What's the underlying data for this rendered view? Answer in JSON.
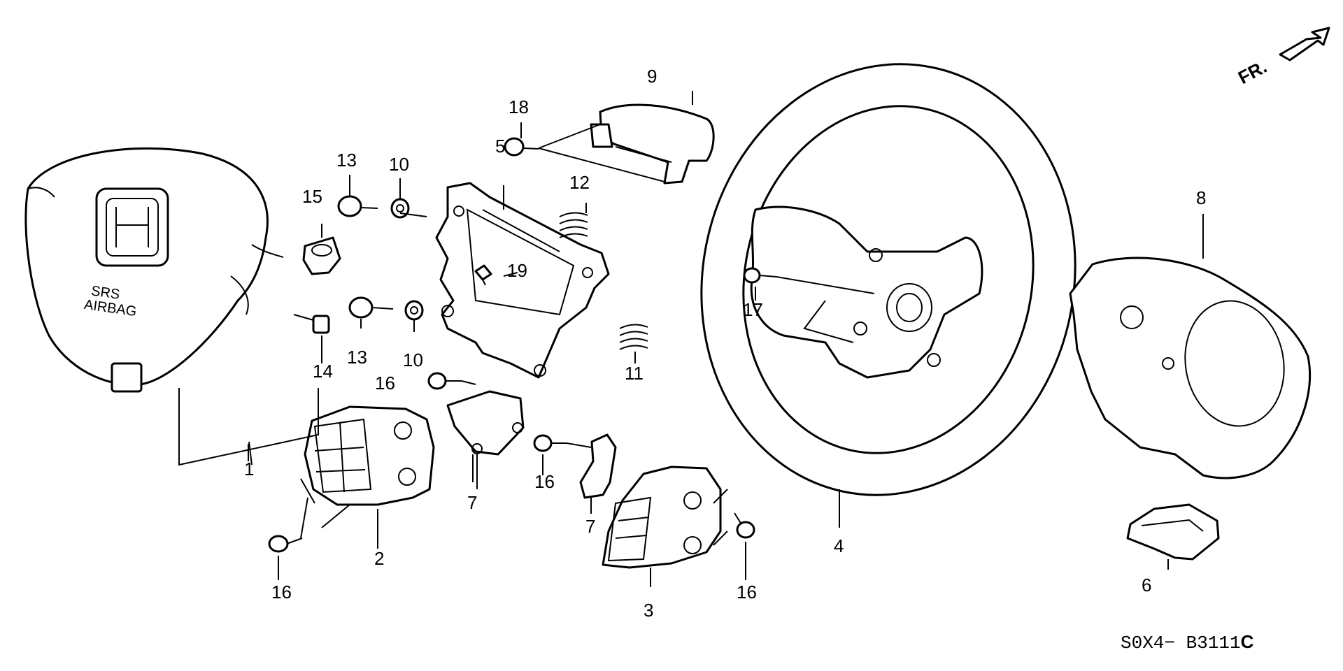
{
  "diagram": {
    "direction_label": "FR.",
    "emblem_text": {
      "line1": "SRS",
      "line2": "AIRBAG"
    },
    "callouts": {
      "c1": "1",
      "c2": "2",
      "c3": "3",
      "c4": "4",
      "c5": "5",
      "c6": "6",
      "c7a": "7",
      "c7b": "7",
      "c8": "8",
      "c9": "9",
      "c10a": "10",
      "c10b": "10",
      "c11": "11",
      "c12": "12",
      "c13a": "13",
      "c13b": "13",
      "c14": "14",
      "c15": "15",
      "c16a": "16",
      "c16b": "16",
      "c16c": "16",
      "c16d": "16",
      "c17": "17",
      "c18": "18",
      "c19": "19"
    },
    "drawing_code": "S0X4− B3111",
    "drawing_rev": "C"
  }
}
